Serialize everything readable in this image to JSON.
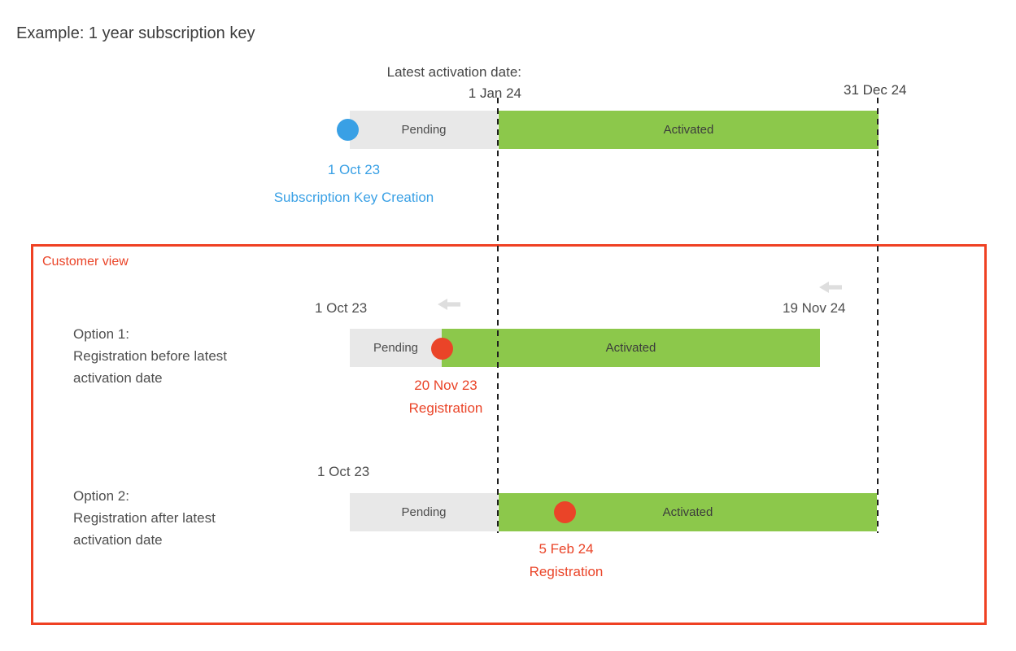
{
  "page": {
    "title": "Example: 1 year subscription key"
  },
  "colors": {
    "blue": "#39a0e5",
    "green": "#8cc84b",
    "graybar": "#e8e8e8",
    "red": "#ea4428",
    "boxborder": "#ef4123",
    "arrowgray": "#dedede"
  },
  "header": {
    "latest_activation_label": "Latest activation date:",
    "latest_activation_date": "1 Jan 24",
    "expiry_date": "31 Dec 24"
  },
  "key_timeline": {
    "creation_date": "1 Oct 23",
    "creation_label": "Subscription Key Creation",
    "pending_label": "Pending",
    "activated_label": "Activated"
  },
  "customer_view": {
    "label": "Customer view",
    "option1": {
      "title": "Option 1:",
      "description": "Registration before latest activation date",
      "start_date": "1 Oct 23",
      "end_date": "19 Nov 24",
      "registration_date": "20 Nov 23",
      "registration_label": "Registration",
      "pending_label": "Pending",
      "activated_label": "Activated"
    },
    "option2": {
      "title": "Option 2:",
      "description": "Registration after latest activation date",
      "start_date": "1 Oct 23",
      "registration_date": "5 Feb 24",
      "registration_label": "Registration",
      "pending_label": "Pending",
      "activated_label": "Activated"
    }
  }
}
